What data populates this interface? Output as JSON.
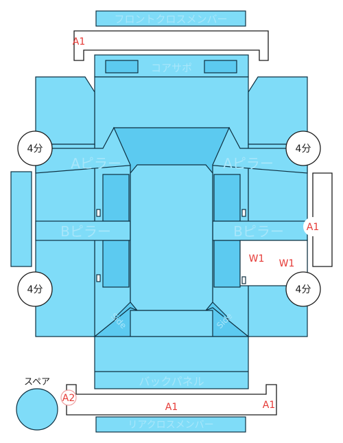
{
  "parts": {
    "front_cross_member": "フロントクロスメンバー",
    "core_support": "コアサポ",
    "a_pillar": "Aピラー",
    "b_pillar": "Bピラー",
    "back_panel": "バックパネル",
    "rear_cross_member": "リアクロスメンバー",
    "spare": "スペア",
    "side_lower_left": "Side",
    "side_lower_right": "Side"
  },
  "badges": {
    "four_min": "4分"
  },
  "damage_marks": {
    "front_frame": "A1",
    "right_side": "A1",
    "rear_frame_left": "A2",
    "rear_frame_mid": "A1",
    "rear_frame_right": "A1",
    "right_rear_w1_a": "W1",
    "right_rear_w1_b": "W1"
  },
  "colors": {
    "panel": "#7fdcf8",
    "panel_dark": "#5ccaf0",
    "outline": "#0d2f40",
    "damage": "#e53935"
  }
}
